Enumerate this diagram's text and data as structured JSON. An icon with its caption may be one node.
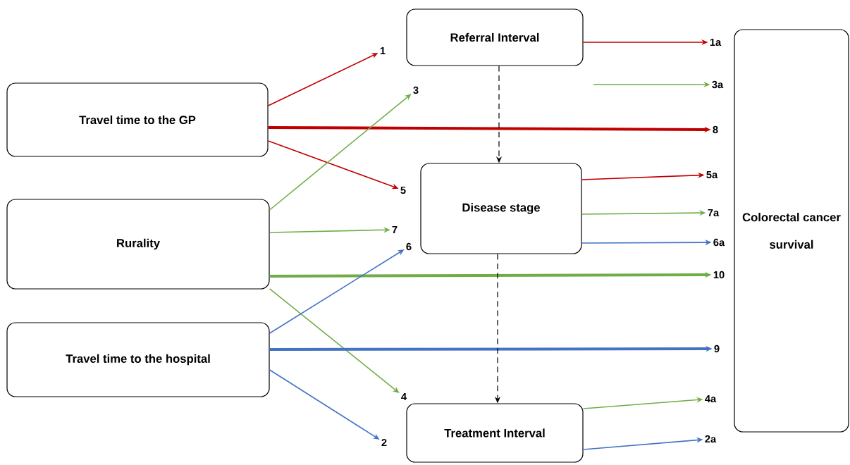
{
  "diagram": {
    "nodes": [
      {
        "text": [
          "Travel time to the GP"
        ]
      },
      {
        "text": [
          "Rurality"
        ]
      },
      {
        "text": [
          "Travel time to the hospital"
        ]
      },
      {
        "text": [
          "Referral Interval"
        ]
      },
      {
        "text": [
          "Disease stage"
        ]
      },
      {
        "text": [
          "Treatment Interval"
        ]
      },
      {
        "text": [
          "Colorectal cancer",
          "survival"
        ]
      },
      {
        "text": [
          "1"
        ]
      },
      {
        "text": [
          "3"
        ]
      },
      {
        "text": [
          "8"
        ]
      },
      {
        "text": [
          "5"
        ]
      },
      {
        "text": [
          "7"
        ]
      },
      {
        "text": [
          "6"
        ]
      },
      {
        "text": [
          "10"
        ]
      },
      {
        "text": [
          "9"
        ]
      },
      {
        "text": [
          "4"
        ]
      },
      {
        "text": [
          "2"
        ]
      },
      {
        "text": [
          "1a"
        ]
      },
      {
        "text": [
          "3a"
        ]
      },
      {
        "text": [
          "5a"
        ]
      },
      {
        "text": [
          "7a"
        ]
      },
      {
        "text": [
          "6a"
        ]
      },
      {
        "text": [
          "4a"
        ]
      },
      {
        "text": [
          "2a"
        ]
      }
    ],
    "edges": [
      {
        "from": 0,
        "to": 7,
        "arrow": "to",
        "color": "#c00000"
      },
      {
        "from": 0,
        "to": 9,
        "arrow": "to",
        "style": "thick",
        "color": "#c00000"
      },
      {
        "from": 0,
        "to": 10,
        "arrow": "to",
        "color": "#c00000"
      },
      {
        "from": 1,
        "to": 8,
        "arrow": "to",
        "color": "#70ad47"
      },
      {
        "from": 1,
        "to": 11,
        "arrow": "to",
        "color": "#70ad47"
      },
      {
        "from": 1,
        "to": 13,
        "arrow": "to",
        "style": "thick",
        "color": "#70ad47"
      },
      {
        "from": 1,
        "to": 15,
        "arrow": "to",
        "color": "#70ad47"
      },
      {
        "from": 2,
        "to": 12,
        "arrow": "to",
        "color": "#4472c4"
      },
      {
        "from": 2,
        "to": 14,
        "arrow": "to",
        "style": "thick",
        "color": "#4472c4"
      },
      {
        "from": 2,
        "to": 16,
        "arrow": "to",
        "color": "#4472c4"
      },
      {
        "from": 3,
        "to": 17,
        "arrow": "to",
        "color": "#c00000"
      },
      {
        "from": null,
        "to": 18,
        "arrow": "to",
        "color": "#70ad47"
      },
      {
        "from": 4,
        "to": 19,
        "arrow": "to",
        "color": "#c00000"
      },
      {
        "from": 4,
        "to": 20,
        "arrow": "to",
        "color": "#70ad47"
      },
      {
        "from": 4,
        "to": 21,
        "arrow": "to",
        "color": "#4472c4"
      },
      {
        "from": 5,
        "to": 22,
        "arrow": "to",
        "color": "#70ad47"
      },
      {
        "from": 5,
        "to": 23,
        "arrow": "to",
        "color": "#4472c4"
      },
      {
        "from": 3,
        "to": 4,
        "arrow": "to",
        "style": "dashed",
        "color": "#000000"
      },
      {
        "from": 4,
        "to": 5,
        "arrow": "to",
        "style": "dashed",
        "color": "#000000"
      }
    ]
  }
}
